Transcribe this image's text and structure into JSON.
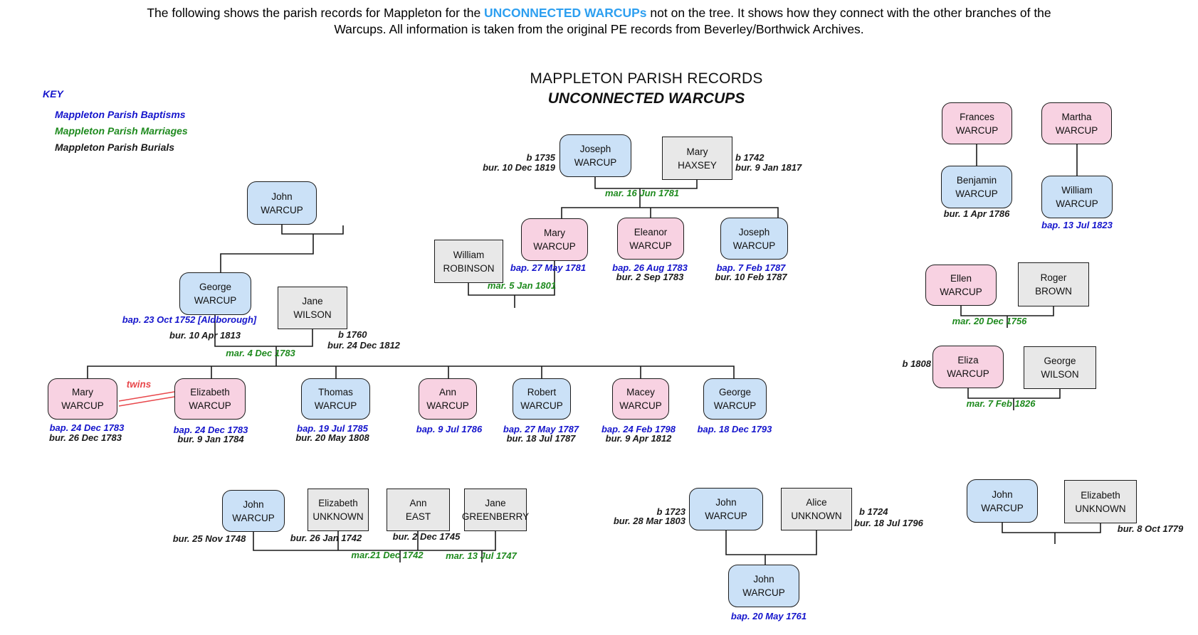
{
  "page_description": {
    "line1_pre": "The following shows the parish records for Mappleton for the ",
    "highlight": "UNCONNECTED WARCUPs",
    "line1_post": " not on the tree. It shows how they connect with the other branches of the",
    "line2": "Warcups. All information is taken from the original PE records from Beverley/Borthwick Archives."
  },
  "key": {
    "title": "KEY",
    "items": [
      {
        "label": "Mappleton Parish Baptisms",
        "color": "#1414CC"
      },
      {
        "label": "Mappleton Parish Marriages",
        "color": "#1E8A1E"
      },
      {
        "label": "Mappleton Parish Burials",
        "color": "#1A1A1A"
      }
    ]
  },
  "heading": {
    "line1": "MAPPLETON PARISH RECORDS",
    "line2": "UNCONNECTED WARCUPS"
  },
  "colors": {
    "box_blue": "#CBE1F7",
    "box_pink": "#F8D2E2",
    "box_grey": "#E8E8E8",
    "box_border": "#1C1C1C",
    "baptism_text": "#1414CC",
    "marriage_text": "#1E8A1E",
    "burial_text": "#1A1A1A",
    "twins_red": "#E8484C",
    "title_highlight_blue": "#2D9FF0",
    "connector_line": "#1A1A1A"
  },
  "persons": {
    "john_top": {
      "name": "John",
      "surname": "WARCUP",
      "box": "blue"
    },
    "george_1752": {
      "name": "George",
      "surname": "WARCUP",
      "box": "blue"
    },
    "jane_wilson": {
      "name": "Jane",
      "surname": "WILSON",
      "box": "grey"
    },
    "joseph_sr": {
      "name": "Joseph",
      "surname": "WARCUP",
      "box": "blue"
    },
    "mary_haxsey": {
      "name": "Mary",
      "surname": "HAXSEY",
      "box": "grey"
    },
    "william_robinson": {
      "name": "William",
      "surname": "ROBINSON",
      "box": "grey"
    },
    "mary_1781": {
      "name": "Mary",
      "surname": "WARCUP",
      "box": "pink"
    },
    "eleanor_1783": {
      "name": "Eleanor",
      "surname": "WARCUP",
      "box": "pink"
    },
    "joseph_1787": {
      "name": "Joseph",
      "surname": "WARCUP",
      "box": "blue"
    },
    "mary_1783": {
      "name": "Mary",
      "surname": "WARCUP",
      "box": "pink"
    },
    "elizabeth_1783": {
      "name": "Elizabeth",
      "surname": "WARCUP",
      "box": "pink"
    },
    "thomas_1785": {
      "name": "Thomas",
      "surname": "WARCUP",
      "box": "blue"
    },
    "ann_1786": {
      "name": "Ann",
      "surname": "WARCUP",
      "box": "pink"
    },
    "robert_1787": {
      "name": "Robert",
      "surname": "WARCUP",
      "box": "blue"
    },
    "macey_1798": {
      "name": "Macey",
      "surname": "WARCUP",
      "box": "pink"
    },
    "george_1793": {
      "name": "George",
      "surname": "WARCUP",
      "box": "blue"
    },
    "frances": {
      "name": "Frances",
      "surname": "WARCUP",
      "box": "pink"
    },
    "martha": {
      "name": "Martha",
      "surname": "WARCUP",
      "box": "pink"
    },
    "benjamin": {
      "name": "Benjamin",
      "surname": "WARCUP",
      "box": "blue"
    },
    "william_1823": {
      "name": "William",
      "surname": "WARCUP",
      "box": "blue"
    },
    "ellen": {
      "name": "Ellen",
      "surname": "WARCUP",
      "box": "pink"
    },
    "roger_brown": {
      "name": "Roger",
      "surname": "BROWN",
      "box": "grey"
    },
    "eliza_1808": {
      "name": "Eliza",
      "surname": "WARCUP",
      "box": "pink"
    },
    "george_wilson": {
      "name": "George",
      "surname": "WILSON",
      "box": "grey"
    },
    "john_1748": {
      "name": "John",
      "surname": "WARCUP",
      "box": "blue"
    },
    "elizabeth_unknown_1": {
      "name": "Elizabeth",
      "surname": "UNKNOWN",
      "box": "grey"
    },
    "ann_east": {
      "name": "Ann",
      "surname": "EAST",
      "box": "grey"
    },
    "jane_greenberry": {
      "name": "Jane",
      "surname": "GREENBERRY",
      "box": "grey"
    },
    "john_1723": {
      "name": "John",
      "surname": "WARCUP",
      "box": "blue"
    },
    "alice_unknown": {
      "name": "Alice",
      "surname": "UNKNOWN",
      "box": "grey"
    },
    "john_1761": {
      "name": "John",
      "surname": "WARCUP",
      "box": "blue"
    },
    "john_br": {
      "name": "John",
      "surname": "WARCUP",
      "box": "blue"
    },
    "elizabeth_unknown_2": {
      "name": "Elizabeth",
      "surname": "UNKNOWN",
      "box": "grey"
    }
  },
  "labels": {
    "joseph_sr_b": {
      "kind": "b",
      "text": "b 1735"
    },
    "joseph_sr_bur": {
      "kind": "bur",
      "text": "bur. 10 Dec 1819"
    },
    "haxsey_b": {
      "kind": "b",
      "text": "b 1742"
    },
    "haxsey_bur": {
      "kind": "bur",
      "text": "bur. 9 Jan 1817"
    },
    "mar_1781": {
      "kind": "mar",
      "text": "mar. 16 Jun 1781"
    },
    "mary_1781_bap": {
      "kind": "bap",
      "text": "bap. 27 May 1781"
    },
    "mar_1801": {
      "kind": "mar",
      "text": "mar. 5 Jan 1801"
    },
    "eleanor_bap": {
      "kind": "bap",
      "text": "bap. 26 Aug 1783"
    },
    "eleanor_bur": {
      "kind": "bur",
      "text": "bur. 2 Sep 1783"
    },
    "joseph_1787_bap": {
      "kind": "bap",
      "text": "bap. 7 Feb 1787"
    },
    "joseph_1787_bur": {
      "kind": "bur",
      "text": "bur. 10 Feb 1787"
    },
    "george_1752_bap": {
      "kind": "bap",
      "text": "bap. 23 Oct 1752 [Aldborough]"
    },
    "george_1752_bur": {
      "kind": "bur",
      "text": "bur. 10 Apr 1813"
    },
    "jane_wilson_b": {
      "kind": "b",
      "text": "b 1760"
    },
    "jane_wilson_bur": {
      "kind": "bur",
      "text": "bur. 24 Dec 1812"
    },
    "mar_1783": {
      "kind": "mar",
      "text": "mar. 4 Dec 1783"
    },
    "twins": {
      "kind": "twins",
      "text": "twins"
    },
    "mary_1783_bap": {
      "kind": "bap",
      "text": "bap. 24 Dec 1783"
    },
    "mary_1783_bur": {
      "kind": "bur",
      "text": "bur. 26 Dec 1783"
    },
    "elizabeth_1783_bap": {
      "kind": "bap",
      "text": "bap. 24 Dec 1783"
    },
    "elizabeth_1783_bur": {
      "kind": "bur",
      "text": "bur. 9 Jan 1784"
    },
    "thomas_bap": {
      "kind": "bap",
      "text": "bap. 19 Jul 1785"
    },
    "thomas_bur": {
      "kind": "bur",
      "text": "bur. 20 May 1808"
    },
    "ann_bap": {
      "kind": "bap",
      "text": "bap. 9 Jul 1786"
    },
    "robert_bap": {
      "kind": "bap",
      "text": "bap. 27 May 1787"
    },
    "robert_bur": {
      "kind": "bur",
      "text": "bur. 18 Jul 1787"
    },
    "macey_bap": {
      "kind": "bap",
      "text": "bap. 24 Feb 1798"
    },
    "macey_bur": {
      "kind": "bur",
      "text": "bur. 9 Apr 1812"
    },
    "george_1793_bap": {
      "kind": "bap",
      "text": "bap. 18 Dec 1793"
    },
    "benjamin_bur": {
      "kind": "bur",
      "text": "bur. 1 Apr 1786"
    },
    "william_1823_bap": {
      "kind": "bap",
      "text": "bap. 13 Jul 1823"
    },
    "mar_1756": {
      "kind": "mar",
      "text": "mar. 20 Dec 1756"
    },
    "eliza_b": {
      "kind": "b",
      "text": "b 1808"
    },
    "mar_1826": {
      "kind": "mar",
      "text": "mar. 7 Feb 1826"
    },
    "john_1748_bur": {
      "kind": "bur",
      "text": "bur. 25 Nov 1748"
    },
    "elizabeth_unknown_1_bur": {
      "kind": "bur",
      "text": "bur. 26 Jan 1742"
    },
    "ann_east_bur": {
      "kind": "bur",
      "text": "bur. 2 Dec 1745"
    },
    "mar_1742": {
      "kind": "mar",
      "text": "mar.21 Dec 1742"
    },
    "mar_1747": {
      "kind": "mar",
      "text": "mar. 13 Jul 1747"
    },
    "john_1723_b": {
      "kind": "b",
      "text": "b 1723"
    },
    "john_1723_bur": {
      "kind": "bur",
      "text": "bur. 28 Mar 1803"
    },
    "alice_b": {
      "kind": "b",
      "text": "b 1724"
    },
    "alice_bur": {
      "kind": "bur",
      "text": "bur. 18 Jul 1796"
    },
    "john_1761_bap": {
      "kind": "bap",
      "text": "bap. 20 May 1761"
    },
    "john_br_bur": {
      "kind": "bur",
      "text": "bur. 8 Oct 1779"
    }
  }
}
